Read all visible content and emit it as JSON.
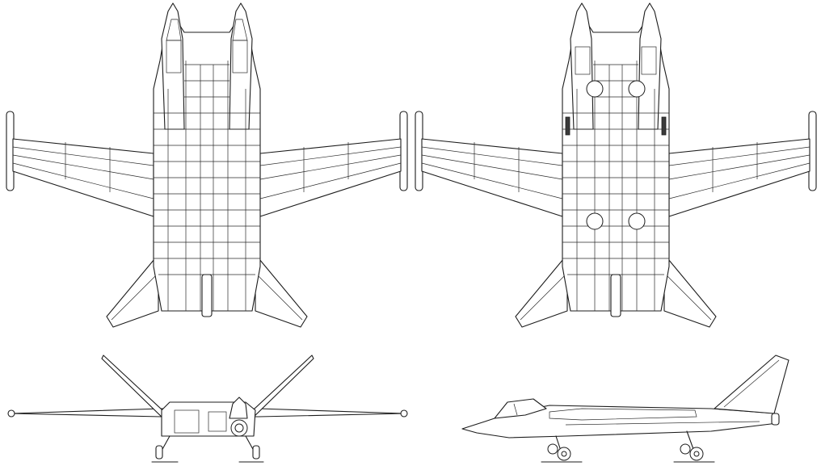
{
  "views": [
    {
      "id": "plan-top",
      "kind": "top view"
    },
    {
      "id": "plan-bottom",
      "kind": "bottom view"
    },
    {
      "id": "front",
      "kind": "front view"
    },
    {
      "id": "side",
      "kind": "side view"
    }
  ],
  "colors": {
    "line": "#1c1c1c",
    "background": "#ffffff"
  }
}
